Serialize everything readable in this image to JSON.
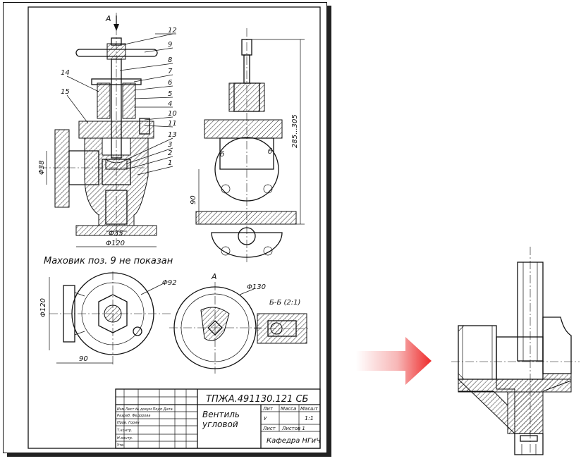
{
  "drawing": {
    "title_code": "ТПЖА.491130.121 СБ",
    "title_name_line1": "Вентиль",
    "title_name_line2": "угловой",
    "scale": "1:1",
    "department": "Кафедра НГиЧ",
    "note": "Маховик поз. 9 не показан",
    "section_label": "Б-Б (2:1)",
    "view_label_top": "А",
    "view_label_a": "А",
    "callouts": [
      "12",
      "9",
      "8",
      "7",
      "6",
      "5",
      "4",
      "10",
      "11",
      "13",
      "3",
      "2",
      "1",
      "14",
      "15"
    ],
    "dims": {
      "d38": "Φ38",
      "d35": "Φ35",
      "d120_bottom": "Φ120",
      "d120_left": "Φ120",
      "d92": "Φ92",
      "d130": "Φ130",
      "h90_side": "90",
      "w90_plan": "90",
      "h285": "285...305",
      "b_mark_left": "б",
      "b_mark_right": "б"
    },
    "title_block": {
      "col_lit": "Лит",
      "col_mass": "Масса",
      "col_scale": "Масшт",
      "lit_value": "У",
      "sheet": "Лист",
      "sheets": "Листов 1",
      "rows": [
        "Изм Лист № докум Подп Дата",
        "Разраб. Федорова",
        "Пров. Горин",
        "Т.контр.",
        "Н.контр.",
        "Утв."
      ]
    }
  }
}
